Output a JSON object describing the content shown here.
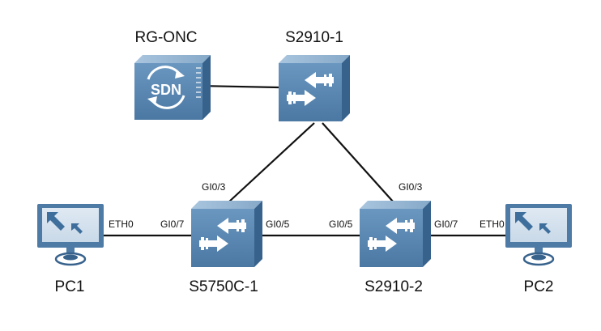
{
  "diagram": {
    "nodes": {
      "controller": {
        "label": "RG-ONC",
        "badge": "SDN",
        "icon": "sdn-controller-icon"
      },
      "core_switch": {
        "label": "S2910-1",
        "icon": "switch-icon"
      },
      "left_switch": {
        "label": "S5750C-1",
        "icon": "switch-icon"
      },
      "right_switch": {
        "label": "S2910-2",
        "icon": "switch-icon"
      },
      "pc1": {
        "label": "PC1",
        "icon": "pc-monitor-icon"
      },
      "pc2": {
        "label": "PC2",
        "icon": "pc-monitor-icon"
      }
    },
    "ports": {
      "pc1_eth": "ETH0",
      "left_gi07": "GI0/7",
      "left_gi05": "GI0/5",
      "left_gi03": "GI0/3",
      "right_gi05": "GI0/5",
      "right_gi03": "GI0/3",
      "right_gi07": "GI0/7",
      "pc2_eth": "ETH0"
    },
    "links": [
      {
        "from": "controller",
        "to": "core_switch"
      },
      {
        "from": "core_switch",
        "to": "left_switch"
      },
      {
        "from": "core_switch",
        "to": "right_switch"
      },
      {
        "from": "pc1",
        "to": "left_switch"
      },
      {
        "from": "left_switch",
        "to": "right_switch"
      },
      {
        "from": "right_switch",
        "to": "pc2"
      }
    ],
    "colors": {
      "device_front": "#4d7ba6",
      "device_top": "#8fb1cf",
      "device_side": "#37628c",
      "icon_white": "#ffffff",
      "line": "#111111"
    }
  }
}
